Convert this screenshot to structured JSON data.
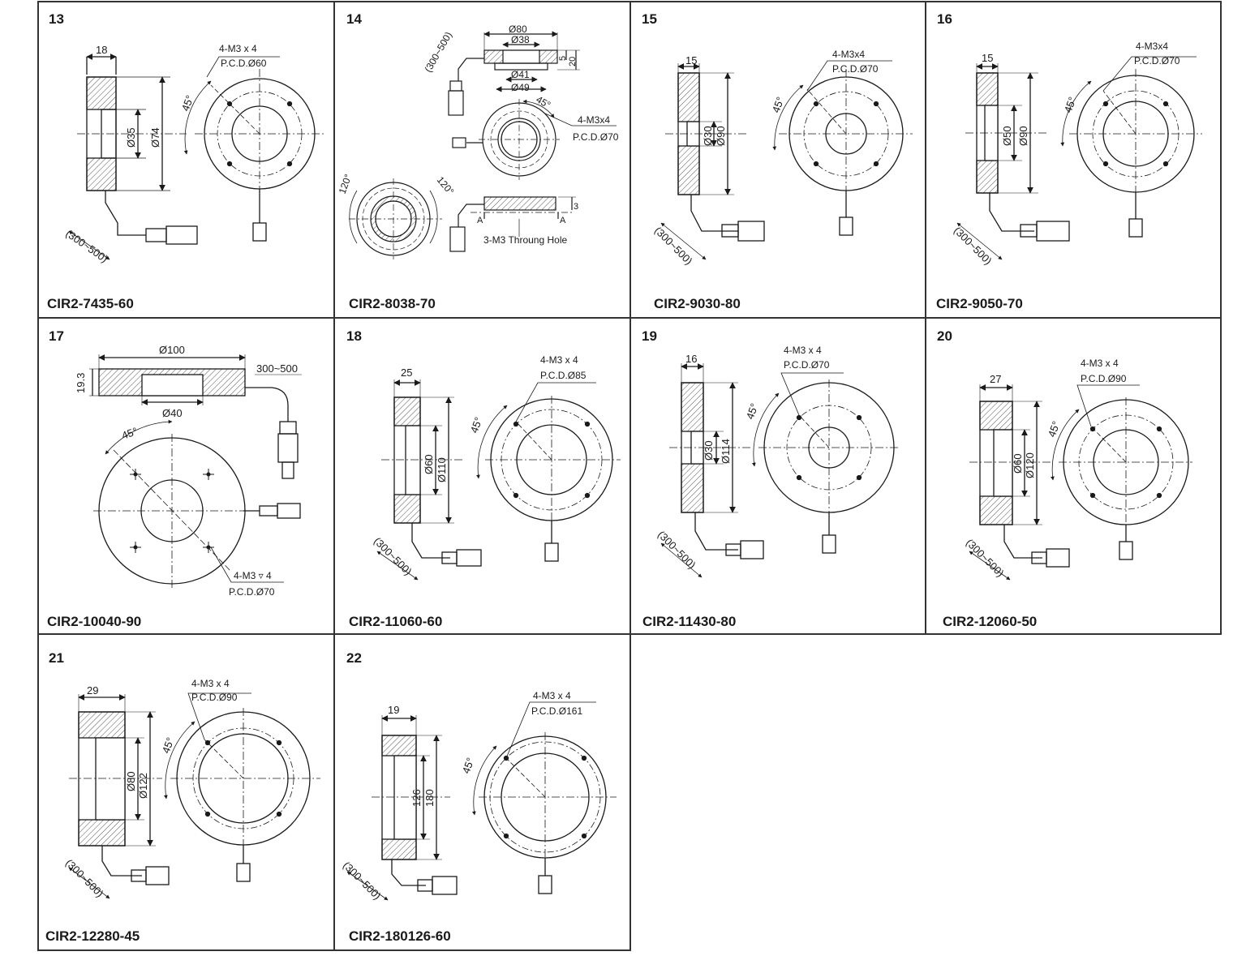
{
  "colors": {
    "line": "#1a1a1a",
    "hatch": "#555555",
    "border": "#333333"
  },
  "cells": [
    {
      "num": "13",
      "model": "CIR2-7435-60",
      "dims": {
        "thickness": "18",
        "inner": "Ø35",
        "outer": "Ø74",
        "angle": "45°",
        "holes": "4-M3  x  4",
        "pcd": "P.C.D.Ø60",
        "cable": "(300~500)"
      }
    },
    {
      "num": "14",
      "model": "CIR2-8038-70",
      "dims": {
        "d80": "Ø80",
        "d38": "Ø38",
        "d41": "Ø41",
        "d49": "Ø49",
        "h5": "5",
        "h20": "20",
        "cable": "(300~500)",
        "angle": "45°",
        "holes": "4-M3x4",
        "pcd": "P.C.D.Ø70",
        "a120a": "120°",
        "a120b": "120°",
        "h3": "3",
        "secA1": "A",
        "secA2": "A",
        "thru": "3-M3 Throung Hole"
      }
    },
    {
      "num": "15",
      "model": "CIR2-9030-80",
      "dims": {
        "thickness": "15",
        "inner": "Ø30",
        "outer": "Ø90",
        "angle": "45°",
        "holes": "4-M3x4",
        "pcd": "P.C.D.Ø70",
        "cable": "(300~500)"
      }
    },
    {
      "num": "16",
      "model": "CIR2-9050-70",
      "dims": {
        "thickness": "15",
        "inner": "Ø50",
        "outer": "Ø90",
        "angle": "45°",
        "holes": "4-M3x4",
        "pcd": "P.C.D.Ø70",
        "cable": "(300~500)"
      }
    },
    {
      "num": "17",
      "model": "CIR2-10040-90",
      "dims": {
        "d100": "Ø100",
        "h19": "19.3",
        "cable": "300~500",
        "d40": "Ø40",
        "angle": "45°",
        "holes": "4-M3 ▿ 4",
        "pcd": "P.C.D.Ø70"
      }
    },
    {
      "num": "18",
      "model": "CIR2-11060-60",
      "dims": {
        "thickness": "25",
        "inner": "Ø60",
        "outer": "Ø110",
        "angle": "45°",
        "holes": "4-M3 x 4",
        "pcd": "P.C.D.Ø85",
        "cable": "(300~500)"
      }
    },
    {
      "num": "19",
      "model": "CIR2-11430-80",
      "dims": {
        "thickness": "16",
        "inner": "Ø30",
        "outer": "Ø114",
        "angle": "45°",
        "holes": "4-M3 x 4",
        "pcd": "P.C.D.Ø70",
        "cable": "(300~500)"
      }
    },
    {
      "num": "20",
      "model": "CIR2-12060-50",
      "dims": {
        "thickness": "27",
        "inner": "Ø60",
        "outer": "Ø120",
        "angle": "45°",
        "holes": "4-M3 x 4",
        "pcd": "P.C.D.Ø90",
        "cable": "(300~500)"
      }
    },
    {
      "num": "21",
      "model": "CIR2-12280-45",
      "dims": {
        "thickness": "29",
        "inner": "Ø80",
        "outer": "Ø122",
        "angle": "45°",
        "holes": "4-M3 x 4",
        "pcd": "P.C.D.Ø90",
        "cable": "(300~500)"
      }
    },
    {
      "num": "22",
      "model": "CIR2-180126-60",
      "dims": {
        "thickness": "19",
        "inner": "126",
        "outer": "180",
        "angle": "45°",
        "holes": "4-M3 x 4",
        "pcd": "P.C.D.Ø161",
        "cable": "(300~500)"
      }
    }
  ]
}
